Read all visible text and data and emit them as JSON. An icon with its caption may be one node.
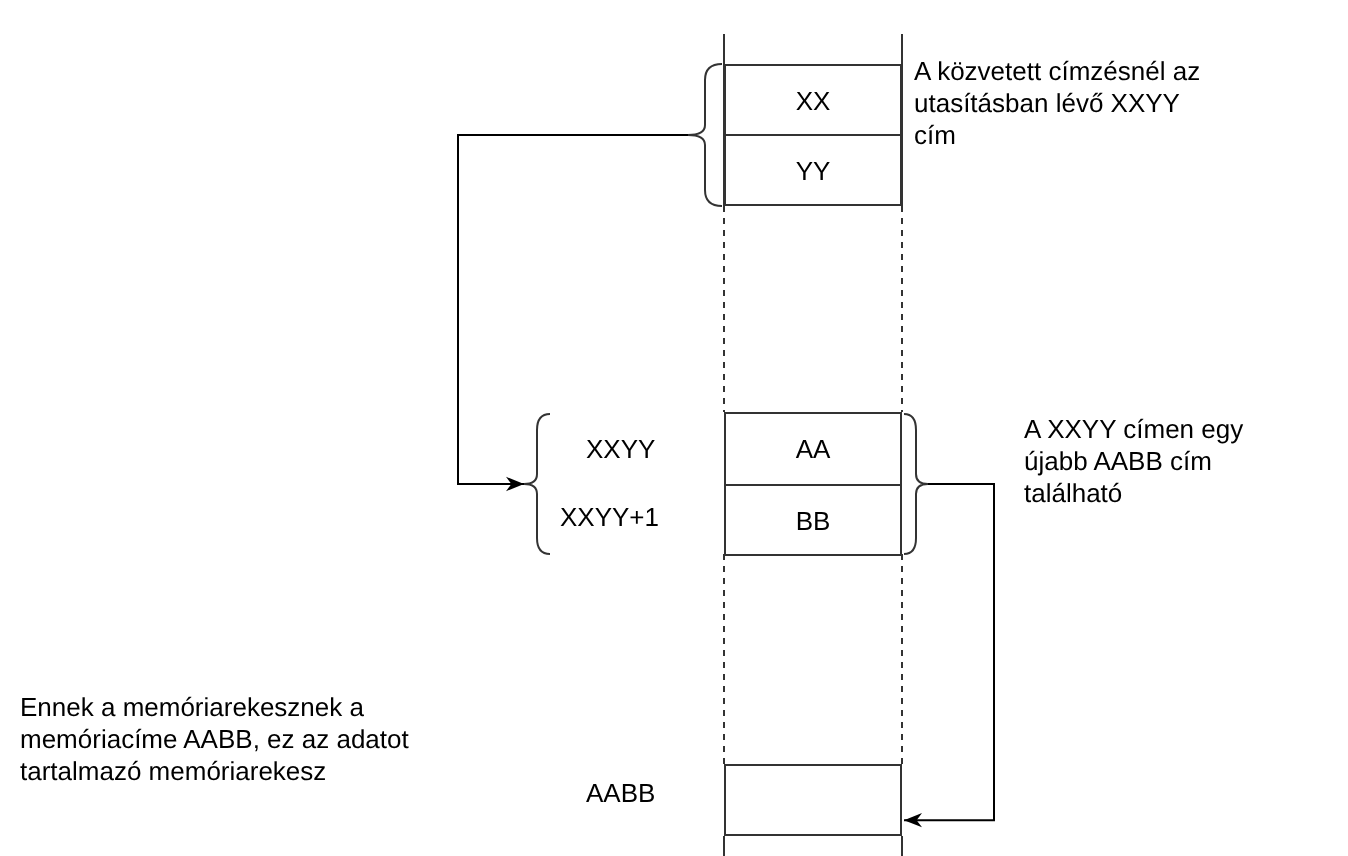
{
  "diagram": {
    "nodes": [
      {
        "text": [],
        "shape": "brace"
      },
      {
        "text": [
          "XX"
        ]
      },
      {
        "text": [
          "YY"
        ]
      },
      {
        "text": [],
        "shape": "brace"
      },
      {
        "text": [
          "AA"
        ]
      },
      {
        "text": [
          "BB"
        ]
      },
      {
        "text": [],
        "shape": "brace"
      },
      {
        "text": [],
        "shape": "box"
      }
    ],
    "edges": [
      {
        "from": 0,
        "to": 3,
        "arrow": "to"
      },
      {
        "from": 6,
        "to": 7,
        "arrow": "to"
      }
    ],
    "labels": [
      "A közvetett címzésnél az utasításban lévő XXYY cím",
      "XXYY",
      "XXYY+1",
      "A XXYY címen egy újabb AABB cím található",
      "Ennek a memóriarekesznek a memóriacíme AABB, ez az adatot tartalmazó memóriarekesz",
      "AABB"
    ]
  }
}
